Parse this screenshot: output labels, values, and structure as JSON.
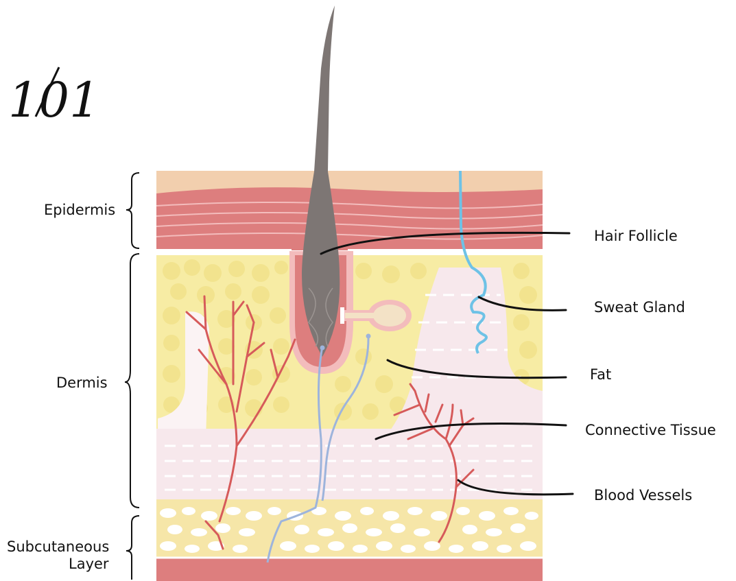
{
  "logo": {
    "text": "101"
  },
  "layers": {
    "epidermis": "Epidermis",
    "dermis": "Dermis",
    "subcutaneous_line1": "Subcutaneous",
    "subcutaneous_line2": "Layer"
  },
  "callouts": {
    "hair_follicle": "Hair Follicle",
    "sweat_gland": "Sweat Gland",
    "fat": "Fat",
    "connective_tissue": "Connective Tissue",
    "blood_vessels": "Blood Vessels"
  },
  "colors": {
    "epidermis": "#dd7e7e",
    "epidermis_light": "#f2cfae",
    "fat": "#f7eca4",
    "fat_cell": "#f2e38e",
    "connective": "#f7e8ec",
    "subcutaneous": "#f6e6a8",
    "hair": "#7d7674",
    "blood_vessel": "#d65a5a",
    "nerve": "#9db4dc",
    "sweat_duct": "#6ec2e6",
    "bottom_layer": "#dd7e7e"
  }
}
